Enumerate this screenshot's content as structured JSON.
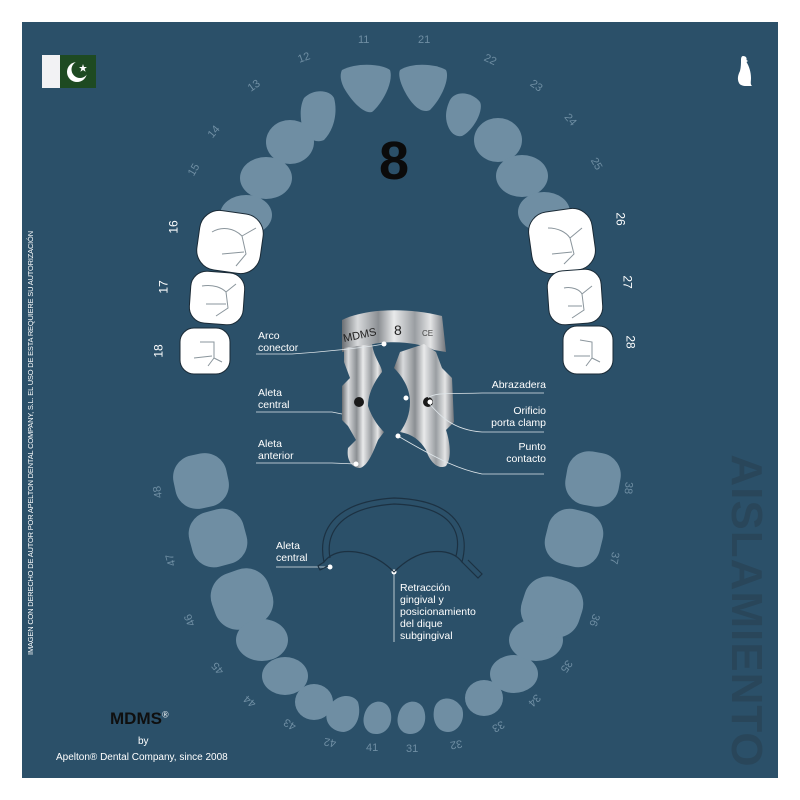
{
  "header": {
    "number": "8",
    "flag": "pakistan-flag",
    "logo": "penguin-logo"
  },
  "colors": {
    "background": "#2b5069",
    "tooth_ghost": "#6f8ea3",
    "tooth_highlight": "#ffffff",
    "text": "#ffffff",
    "watermark": "#29465a"
  },
  "upper_teeth": {
    "right_side": [
      "11",
      "12",
      "13",
      "14",
      "15",
      "16",
      "17",
      "18"
    ],
    "left_side": [
      "21",
      "22",
      "23",
      "24",
      "25",
      "26",
      "27",
      "28"
    ],
    "highlighted": [
      "16",
      "17",
      "18",
      "26",
      "27",
      "28"
    ]
  },
  "lower_teeth": {
    "left_side": [
      "31",
      "32",
      "33",
      "34",
      "35",
      "36",
      "37",
      "38"
    ],
    "right_side": [
      "41",
      "42",
      "43",
      "44",
      "45",
      "46",
      "47",
      "48"
    ]
  },
  "clamp": {
    "engraving_brand": "MDMS",
    "engraving_number": "8",
    "engraving_mark": "CE",
    "labels": {
      "arco_conector": [
        "Arco",
        "conector"
      ],
      "aleta_central": [
        "Aleta",
        "central"
      ],
      "aleta_anterior": [
        "Aleta",
        "anterior"
      ],
      "abrazadera": [
        "Abrazadera"
      ],
      "orificio": [
        "Orificio",
        "porta clamp"
      ],
      "punto_contacto": [
        "Punto",
        "contacto"
      ]
    }
  },
  "profile": {
    "aleta_central": [
      "Aleta",
      "central"
    ],
    "retraccion": [
      "Retracción",
      "gingival y",
      "posicionamiento",
      "del dique",
      "subgingival"
    ]
  },
  "side_text": {
    "copyright": "IMAGEN CON DERECHO DE AUTOR  POR APELTON DENTAL COMPANY, S.L. EL USO DE ESTA REQUIERE SU AUTORIZACIÓN",
    "watermark": "AISLAMIENTO"
  },
  "footer": {
    "brand": "MDMS",
    "registered": "®",
    "by": "by",
    "company": "Apelton® Dental Company,  since 2008"
  }
}
